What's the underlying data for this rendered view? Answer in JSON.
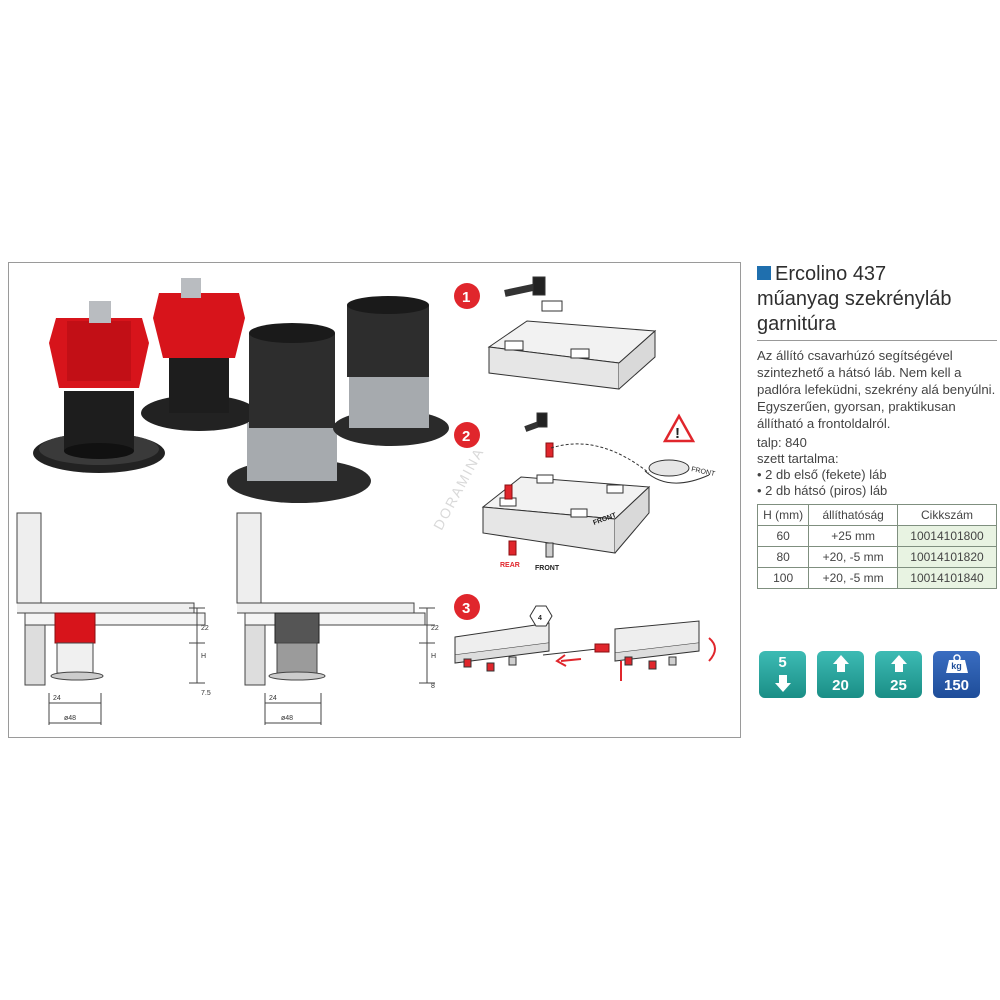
{
  "product": {
    "title_line1": "Ercolino 437",
    "title_line2": "műanyag szekrényláb",
    "title_line3": "garnitúra",
    "description": "Az állító csavarhúzó segítségével szintezhető a hátsó láb. Nem kell a padlóra lefeküdni, szekrény alá benyúlni. Egyszerűen, gyorsan, praktikusan állítható a frontoldalról.",
    "talp": "talp: 840",
    "set_label": "szett tartalma:",
    "set_items": [
      "• 2 db első (fekete) láb",
      "• 2 db hátsó (piros) láb"
    ]
  },
  "table": {
    "headers": [
      "H (mm)",
      "állíthatóság",
      "Cikkszám"
    ],
    "rows": [
      [
        "60",
        "+25 mm",
        "10014101800"
      ],
      [
        "80",
        "+20, -5 mm",
        "10014101820"
      ],
      [
        "100",
        "+20, -5 mm",
        "10014101840"
      ]
    ]
  },
  "badges": [
    {
      "icon": "arrow-down-icon",
      "value": "5"
    },
    {
      "icon": "arrow-up-icon",
      "value": "20"
    },
    {
      "icon": "arrow-up-icon",
      "value": "25"
    },
    {
      "icon": "weight-icon",
      "label": "kg",
      "value": "150"
    }
  ],
  "steps": [
    "1",
    "2",
    "3"
  ],
  "diagram_labels": {
    "front": "FRONT",
    "front_small": "FRONT",
    "rear": "REAR",
    "front_leg": "FRONT",
    "hex_size": "4"
  },
  "dimensions": {
    "d22a": "22",
    "h_a": "H",
    "d75": "7.5",
    "d24a": "24",
    "dia48a": "ø48",
    "d22b": "22",
    "h_b": "H",
    "d8": "8",
    "d24b": "24",
    "dia48b": "ø48"
  },
  "watermark": "DORAMINA",
  "colors": {
    "accent_blue": "#1f6fae",
    "red": "#e0262c",
    "teal": "#25a39b",
    "table_green": "#e8f3e2"
  }
}
